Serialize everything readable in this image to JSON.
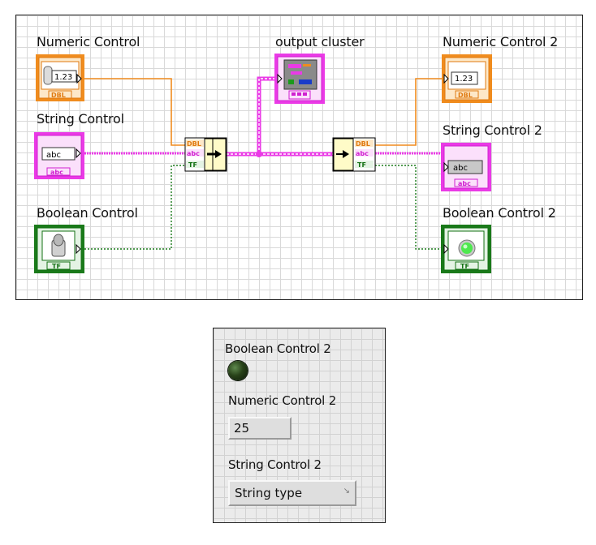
{
  "block_diagram": {
    "numeric_control": {
      "label": "Numeric Control",
      "value": "1.23",
      "type": "DBL"
    },
    "string_control": {
      "label": "String Control",
      "value": "abc",
      "type": "abc"
    },
    "boolean_control": {
      "label": "Boolean Control",
      "type": "TF"
    },
    "output_cluster": {
      "label": "output cluster"
    },
    "bundle": {
      "terms": [
        "DBL",
        "abc",
        "TF"
      ]
    },
    "unbundle": {
      "terms": [
        "DBL",
        "abc",
        "TF"
      ]
    },
    "numeric_control_2": {
      "label": "Numeric Control 2",
      "value": "1.23",
      "type": "DBL"
    },
    "string_control_2": {
      "label": "String Control 2",
      "value": "abc",
      "type": "abc"
    },
    "boolean_control_2": {
      "label": "Boolean Control 2",
      "type": "TF"
    }
  },
  "front_panel": {
    "boolean_label": "Boolean Control 2",
    "numeric_label": "Numeric Control 2",
    "numeric_value": "25",
    "string_label": "String Control 2",
    "string_value": "String type"
  },
  "colors": {
    "numeric": "#f08c1e",
    "string": "#ea3ae6",
    "boolean": "#1a7a1a",
    "node_fill": "#fffbc8",
    "led_on": "#4ee84e",
    "led_off": "#284219"
  }
}
